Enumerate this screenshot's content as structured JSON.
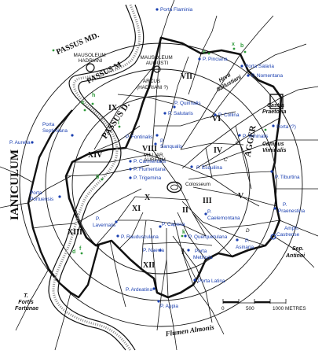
{
  "colors": {
    "gate_label": "#1a3fb0",
    "point_letter": "#2e9a3a",
    "lines": "#111111"
  },
  "large_labels": {
    "ianiculum": "IANICULUM",
    "passus_md": "PASSUS MD.",
    "passus_m": "PASSUS M",
    "passus_d": "PASSUS D.",
    "agger": "AGGER",
    "flumen": "Flumen Almonis"
  },
  "places": {
    "mausoleum_hadriani": [
      "MAUSOLEUM",
      "HADRIANI"
    ],
    "mausoleum_augusti": [
      "MAUSOLEUM",
      "AUGUSTI"
    ],
    "arcus": [
      "ARCUS",
      "(HADRIANI ?)"
    ],
    "horti": [
      "Horti",
      "Sallustiani"
    ],
    "castra": [
      "Castra",
      "Praetoria"
    ],
    "campus": [
      "Campus",
      "Viminalis"
    ],
    "colosseum": "Colosseum",
    "milliar": [
      "MILLIAR.",
      "AUREUM"
    ],
    "fortis": [
      "T.",
      "Fortis",
      "Fortunae"
    ],
    "sep": [
      "Sep.",
      "Antinoi"
    ]
  },
  "gates": {
    "flaminia": "Porta Flaminia",
    "pinciana": "P. Pinciana",
    "salaria": "Porta Salaria",
    "nomentana": "P. Nomentana",
    "quirinalis": "P. Quirinalis",
    "salutaris": "P. Salutaris",
    "collina": "P. Collina",
    "porta_q": "Porta (?)",
    "viminalis": "P. Viminalis",
    "fontinalis": "P. Fontinalis",
    "sanqualis": [
      "P.",
      "Sanqualis"
    ],
    "septimiana": [
      "Porta",
      "Septimiana"
    ],
    "aurelia": "P. Aurelia",
    "carmentalis": "P. Carmentalis",
    "flumentana": "P. Flumentana",
    "trigemina": "P. Trigemina",
    "esquilina": "P. Esquilina",
    "tiburtina": "P. Tiburtina",
    "portuensis": [
      "Porta",
      "Portuensis"
    ],
    "praenestina": [
      "P.",
      "Praenestina"
    ],
    "caelemontana": [
      "P.",
      "Caelemontana"
    ],
    "lavernalis": [
      "P.",
      "Lavernalis"
    ],
    "capena": "P. Capena",
    "raudusculana": "P. Raudusculana",
    "querquetulana": "P. Querquetulana",
    "asinaria": [
      "P.",
      "Asinaria"
    ],
    "amph": [
      "Amph.",
      "Castrense"
    ],
    "naevia": "P. Naevia",
    "metrovia": [
      "Porta",
      "Metrovia"
    ],
    "latina": "Porta Latina",
    "ardeatina": "P. Ardeatina",
    "appia": "P. Appia"
  },
  "regions": {
    "r1": "I",
    "r2": "II",
    "r3": "III",
    "r4": "IV",
    "r5": "V",
    "r6": "VI",
    "r7": "VII",
    "r8": "VIII",
    "r9": "IX",
    "r10": "X",
    "r11": "XI",
    "r12": "XII",
    "r13": "XIII",
    "r14": "XIV"
  },
  "points": {
    "a": "a",
    "b": "b",
    "c": "c",
    "d": "d",
    "e": "e",
    "f": "f",
    "g": "g",
    "h": "h",
    "i": "i",
    "k": "k",
    "x": "x",
    "C": "C",
    "D": "D"
  },
  "scale": {
    "zero": "0",
    "mid": "500",
    "end": "1000 METRES"
  }
}
